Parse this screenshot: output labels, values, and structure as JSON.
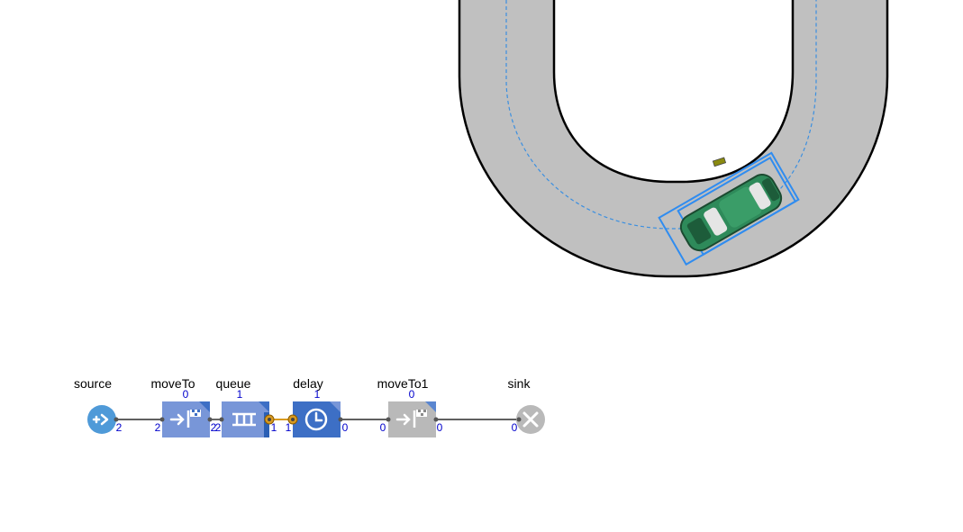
{
  "flowchart": {
    "blocks": [
      {
        "label": "source",
        "out_count": "2"
      },
      {
        "label": "moveTo",
        "top_count": "0",
        "in_count": "2",
        "out_count": "2"
      },
      {
        "label": "queue",
        "top_count": "1",
        "in_count": "2",
        "out_count": "1"
      },
      {
        "label": "delay",
        "top_count": "1",
        "in_count": "1",
        "out_count": "0"
      },
      {
        "label": "moveTo1",
        "top_count": "0",
        "in_count": "0",
        "out_count": "0"
      },
      {
        "label": "sink",
        "in_count": "0"
      }
    ]
  },
  "colors": {
    "block_active": "#7896d8",
    "block_delay": "#3d6fc5",
    "block_inactive": "#b9b9b9",
    "source": "#4f9ad8",
    "road": "#c0c0c0",
    "path": "#3b8fe0",
    "car": "#2e8a5a",
    "counter": "#0000cc"
  },
  "icons": {
    "source": "source-arrow-icon",
    "moveTo": "flag-arrow-icon",
    "queue": "queue-icon",
    "delay": "clock-icon",
    "moveTo1": "flag-arrow-icon",
    "sink": "close-x-icon"
  }
}
